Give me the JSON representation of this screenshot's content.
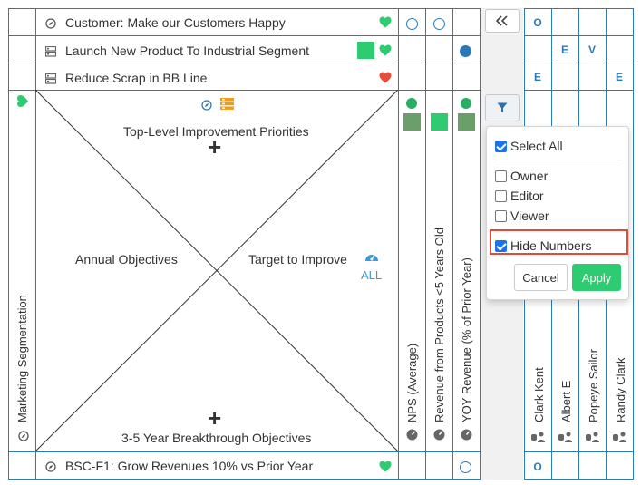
{
  "rows": {
    "customer": "Customer: Make our Customers Happy",
    "launch": "Launch New Product To Industrial Segment",
    "scrap": "Reduce Scrap in BB Line",
    "bsc": "BSC-F1: Grow Revenues 10% vs Prior Year"
  },
  "xmatrix": {
    "top_label": "Top-Level Improvement Priorities",
    "left_label": "Annual Objectives",
    "right_label": "Target to Improve",
    "bottom_label": "3-5 Year Breakthrough Objectives",
    "plus": "+",
    "all_label": "ALL",
    "side_label": "Marketing Segmentation"
  },
  "metrics": [
    "NPS (Average)",
    "Revenue from Products <5 Years Old",
    "YOY Revenue (% of Prior Year)"
  ],
  "people": [
    "Clark Kent",
    "Albert E",
    "Popeye Sailor",
    "Randy Clark"
  ],
  "letters": {
    "row1": [
      "O",
      "",
      "",
      ""
    ],
    "row2": [
      "",
      "E",
      "V",
      ""
    ],
    "row3": [
      "E",
      "",
      "",
      "E"
    ],
    "bottom": [
      "O",
      "",
      "",
      ""
    ]
  },
  "filter_menu": {
    "select_all": "Select All",
    "owner": "Owner",
    "editor": "Editor",
    "viewer": "Viewer",
    "hide_numbers": "Hide Numbers",
    "cancel": "Cancel",
    "apply": "Apply"
  },
  "colors": {
    "grid": "#2a7ab8",
    "green": "#2ecc71",
    "dark_green": "#27ae60",
    "red": "#e74c3c",
    "highlight": "#e04b3a",
    "orange": "#f39c12"
  }
}
